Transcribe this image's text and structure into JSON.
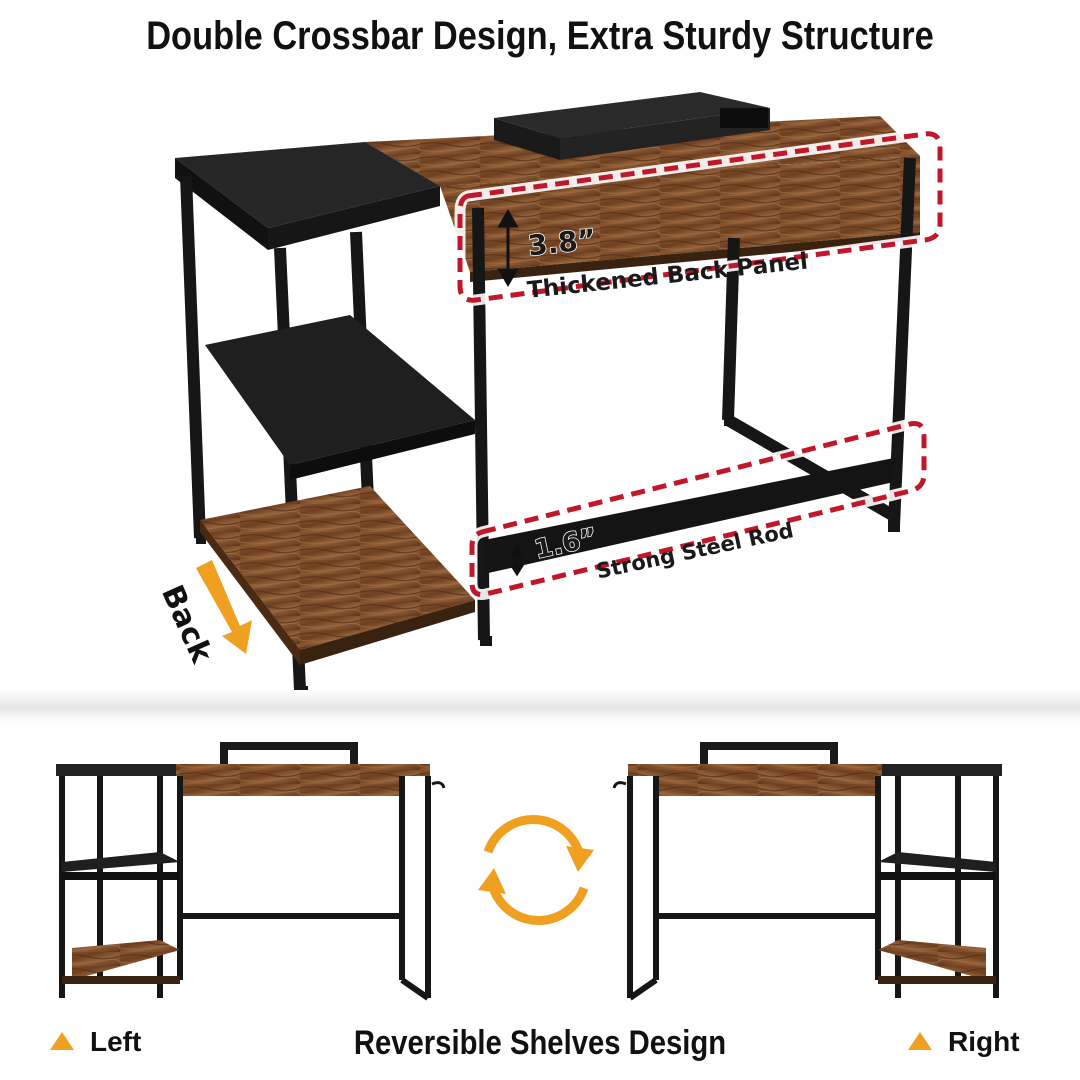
{
  "headline": "Double Crossbar Design, Extra Sturdy Structure",
  "callouts": {
    "back_panel_height": "3.8”",
    "back_panel_label": "Thickened Back Panel",
    "rod_height": "1.6”",
    "rod_label": "Strong Steel Rod",
    "back_arrow_label": "Back"
  },
  "bottom": {
    "left_label": "Left",
    "right_label": "Right",
    "caption": "Reversible Shelves Design"
  },
  "icons": {
    "callout_frame": "dashed-rounded-rect",
    "back_arrow": "orange-arrow-icon",
    "swap": "circular-arrows-icon",
    "marker": "orange-triangle-icon"
  },
  "colors": {
    "accent_orange": "#f0a020",
    "callout_red": "#c0182a",
    "wood": "#7a4a26",
    "frame_black": "#161616"
  }
}
